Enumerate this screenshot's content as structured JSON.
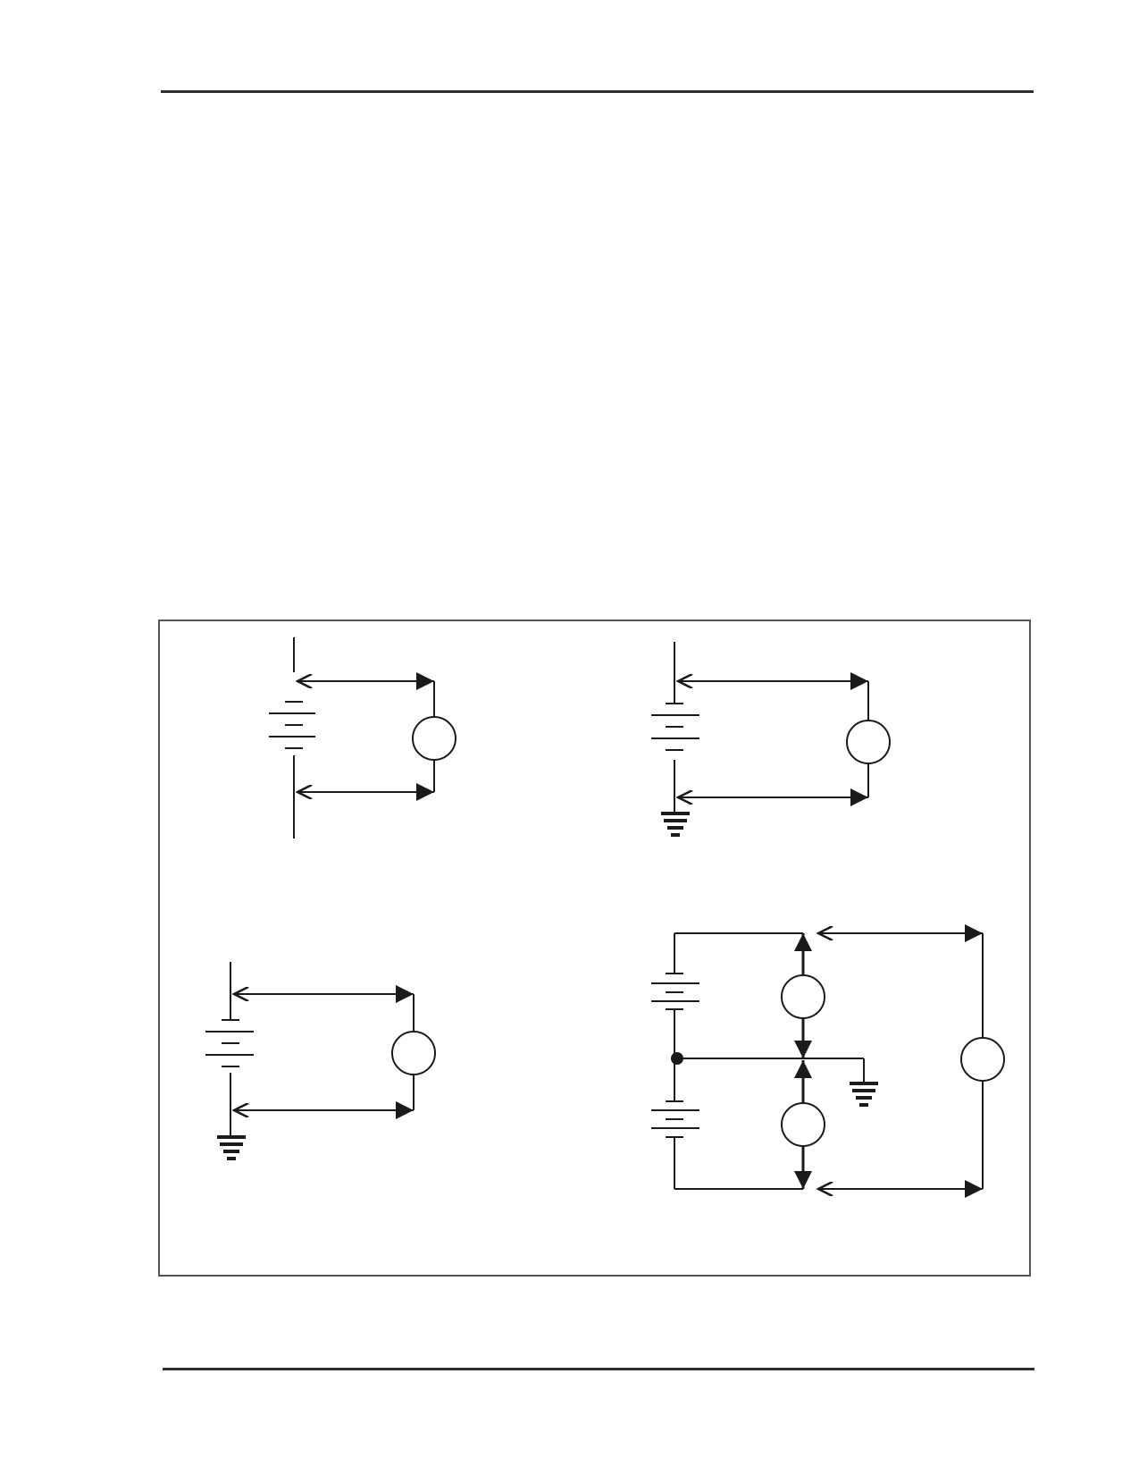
{
  "page": {
    "background": "#ffffff",
    "ink": "#1a1a1a",
    "rule_color": "#303030",
    "frame_color": "#555555"
  },
  "figure": {
    "panels": [
      {
        "name": "panel-floating-supply",
        "battery": "single",
        "ground": "none"
      },
      {
        "name": "panel-grounded-negative-supply",
        "battery": "single",
        "ground": "negative"
      },
      {
        "name": "panel-grounded-negative-supply-2",
        "battery": "single",
        "ground": "negative"
      },
      {
        "name": "panel-split-supply-center-ground",
        "battery": "dual",
        "ground": "center"
      }
    ]
  }
}
